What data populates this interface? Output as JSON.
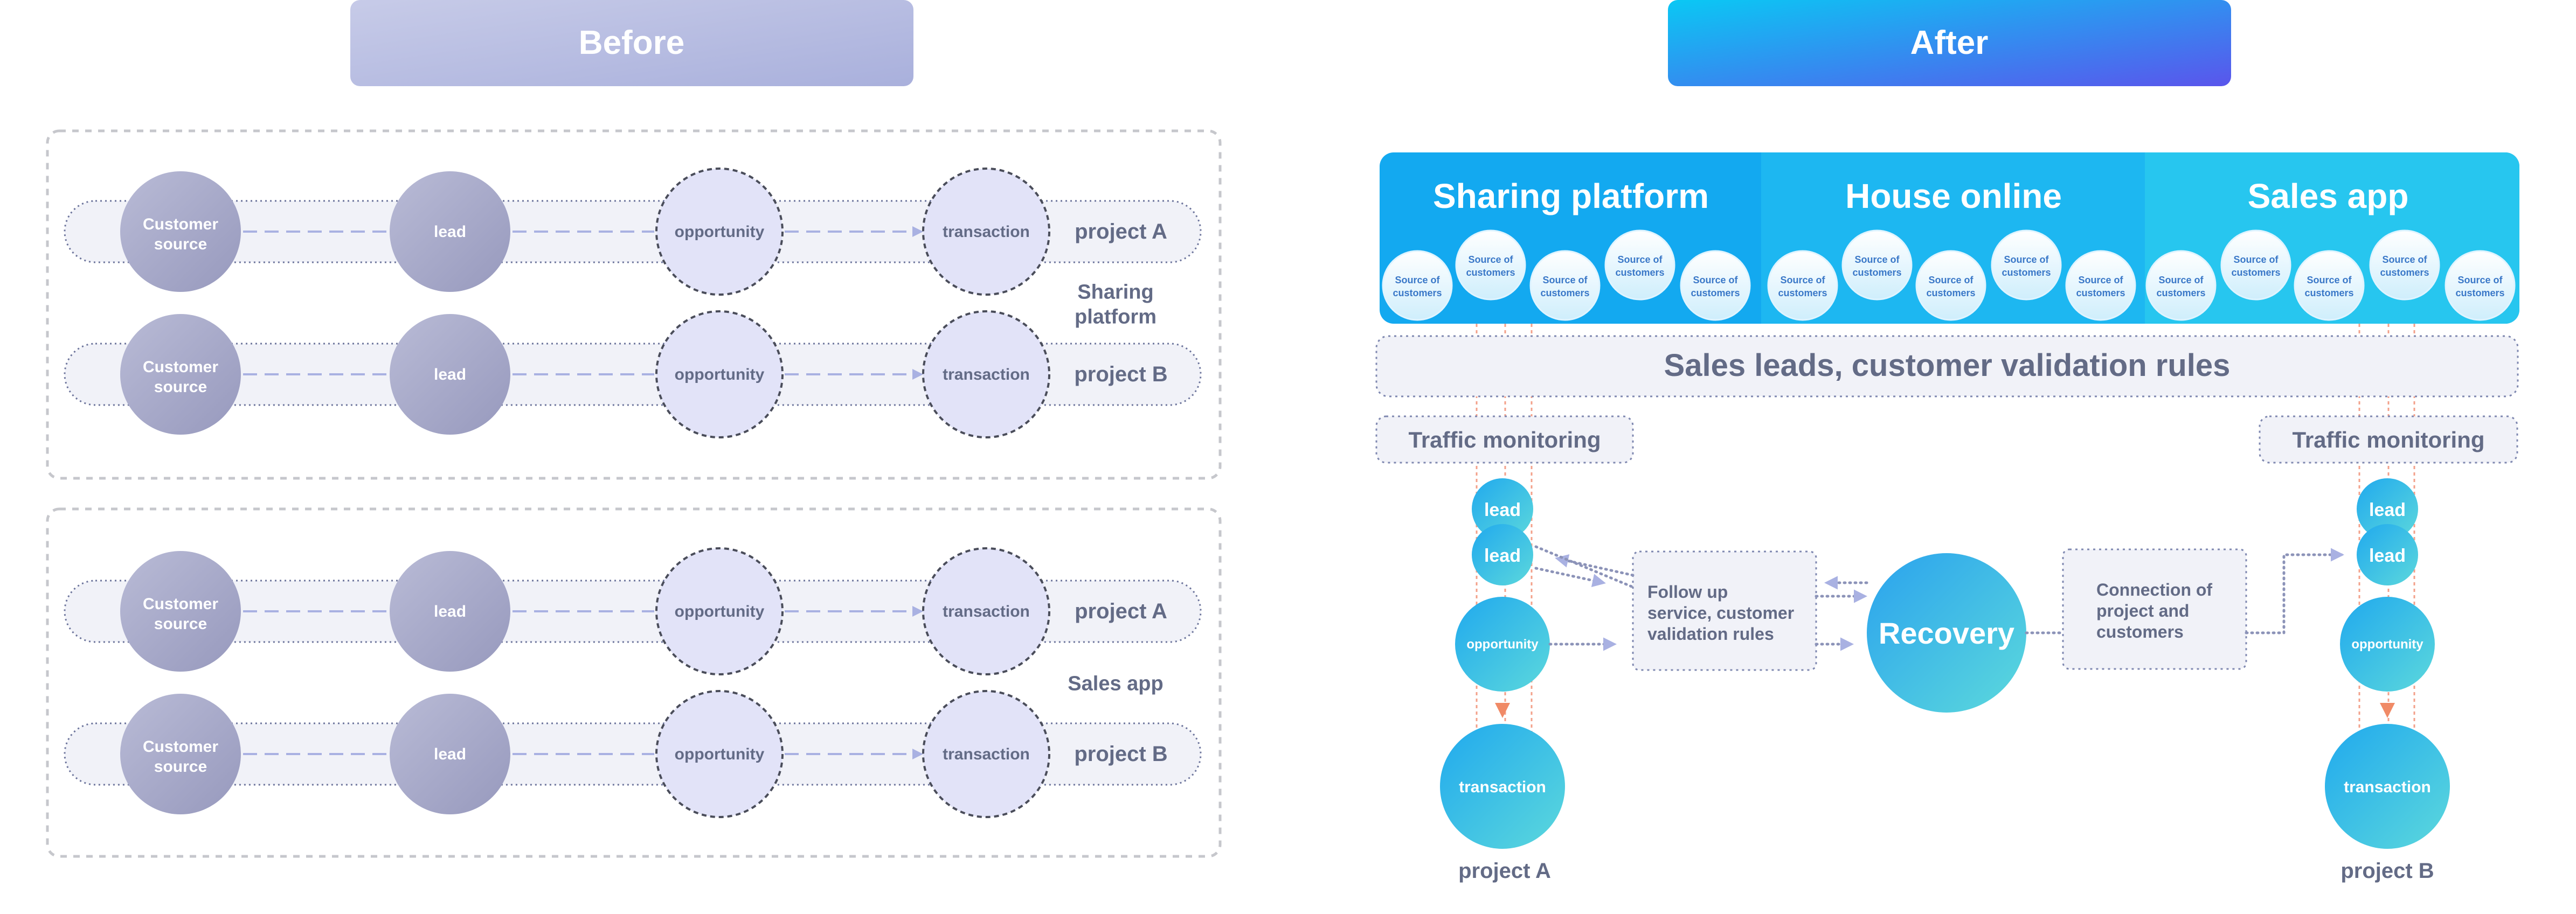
{
  "before": {
    "header": "Before",
    "groups": [
      {
        "platform_label_lines": [
          "Sharing",
          "platform"
        ],
        "rows": [
          {
            "project": "project A",
            "nodes": [
              [
                "Customer",
                "source"
              ],
              [
                "lead"
              ],
              [
                "opportunity"
              ],
              [
                "transaction"
              ]
            ]
          },
          {
            "project": "project B",
            "nodes": [
              [
                "Customer",
                "source"
              ],
              [
                "lead"
              ],
              [
                "opportunity"
              ],
              [
                "transaction"
              ]
            ]
          }
        ]
      },
      {
        "platform_label_lines": [
          "Sales app"
        ],
        "rows": [
          {
            "project": "project A",
            "nodes": [
              [
                "Customer",
                "source"
              ],
              [
                "lead"
              ],
              [
                "opportunity"
              ],
              [
                "transaction"
              ]
            ]
          },
          {
            "project": "project B",
            "nodes": [
              [
                "Customer",
                "source"
              ],
              [
                "lead"
              ],
              [
                "opportunity"
              ],
              [
                "transaction"
              ]
            ]
          }
        ]
      }
    ]
  },
  "after": {
    "header": "After",
    "platforms": [
      {
        "name": "Sharing platform",
        "source_label_lines": [
          "Source of",
          "customers"
        ]
      },
      {
        "name": "House online",
        "source_label_lines": [
          "Source of",
          "customers"
        ]
      },
      {
        "name": "Sales app",
        "source_label_lines": [
          "Source of",
          "customers"
        ]
      }
    ],
    "rules_bar": "Sales leads, customer validation rules",
    "traffic_left": "Traffic monitoring",
    "traffic_right": "Traffic monitoring",
    "left_chain": {
      "lead1": "lead",
      "lead2": "lead",
      "opportunity": "opportunity",
      "transaction": "transaction",
      "project": "project A"
    },
    "right_chain": {
      "lead1": "lead",
      "lead2": "lead",
      "opportunity": "opportunity",
      "transaction": "transaction",
      "project": "project B"
    },
    "follow_up_lines": [
      "Follow up",
      "service, customer",
      "validation rules"
    ],
    "recovery": "Recovery",
    "connection_lines": [
      "Connection of",
      "project and",
      "customers"
    ]
  },
  "colors": {
    "before_header": "#aab0d8",
    "after_header_start": "#14c4f4",
    "after_header_end": "#5a56ec",
    "grey_node": "#a6a8c6",
    "lavender_node": "#e2e3f8",
    "dotted_line": "#8c93b8",
    "text_dark": "#636b86",
    "cyan_node": "#33c3e3",
    "red_line": "#f3a08a"
  }
}
